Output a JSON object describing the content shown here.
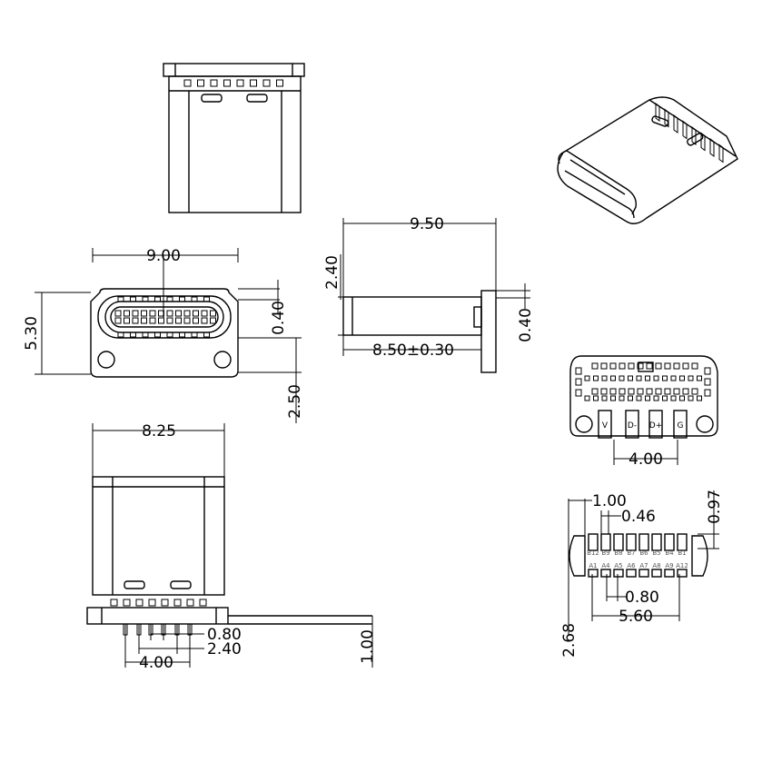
{
  "dimensions": {
    "top_view_width": "9.00",
    "top_view_height": "5.30",
    "top_view_offset": "0.40",
    "top_view_depth": "2.50",
    "side_total_length": "9.50",
    "side_height": "2.40",
    "side_length": "8.50±0.30",
    "side_flange": "0.40",
    "bottom_width": "8.25",
    "bottom_pitch_small": "0.80",
    "bottom_pitch_mid": "2.40",
    "bottom_pitch_outer": "4.00",
    "bottom_leg_height": "1.00",
    "rear_pin_span": "4.00",
    "pad_width": "1.00",
    "pad_small": "0.46",
    "pad_height": "0.97",
    "pad_pitch": "0.80",
    "pad_total": "5.60",
    "pad_offset": "2.68"
  },
  "rear_labels": [
    "V",
    "D-",
    "D+",
    "G"
  ],
  "pad_rows": {
    "top": [
      "B12",
      "B9",
      "B8",
      "B7",
      "B6",
      "B5",
      "B4",
      "B1"
    ],
    "bottom": [
      "A1",
      "A4",
      "A5",
      "A6",
      "A7",
      "A8",
      "A9",
      "A12"
    ]
  }
}
